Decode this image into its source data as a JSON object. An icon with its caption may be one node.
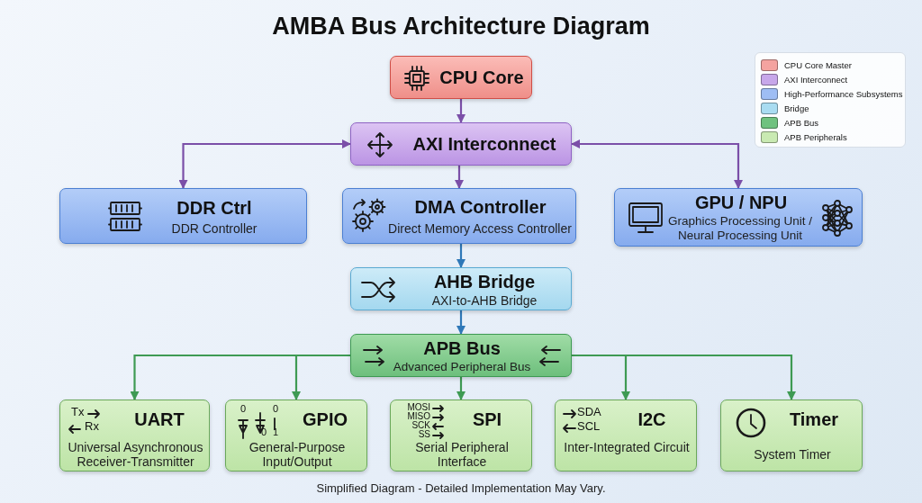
{
  "diagram": {
    "title": "AMBA Bus Architecture Diagram",
    "caption": "Simplified Diagram - Detailed Implementation May Vary.",
    "nodes": [
      {
        "text": [
          "CPU Core"
        ]
      },
      {
        "text": [
          "AXI Interconnect"
        ]
      },
      {
        "text": [
          "DDR Ctrl",
          "DDR Controller"
        ]
      },
      {
        "text": [
          "DMA Controller",
          "Direct Memory Access Controller"
        ]
      },
      {
        "text": [
          "GPU / NPU",
          "Graphics Processing Unit / Neural Processing Unit"
        ]
      },
      {
        "text": [
          "AHB Bridge",
          "AXI-to-AHB Bridge"
        ]
      },
      {
        "text": [
          "APB Bus",
          "Advanced Peripheral Bus"
        ]
      },
      {
        "text": [
          "Tx",
          "Rx",
          "UART",
          "Universal Asynchronous Receiver-Transmitter"
        ]
      },
      {
        "text": [
          "0",
          "0",
          "0",
          "1",
          "GPIO",
          "General-Purpose Input/Output"
        ]
      },
      {
        "text": [
          "MOSI",
          "MISO",
          "SCK",
          "SS",
          "SPI",
          "Serial Peripheral Interface"
        ]
      },
      {
        "text": [
          "SDA",
          "SCL",
          "I2C",
          "Inter-Integrated Circuit"
        ]
      },
      {
        "text": [
          "Timer",
          "System Timer"
        ]
      }
    ],
    "edges": [
      {
        "from": 0,
        "to": 1,
        "arrow": "to",
        "color": "#7b4fa8"
      },
      {
        "from": 1,
        "to": 2,
        "arrow": "both",
        "color": "#7b4fa8"
      },
      {
        "from": 1,
        "to": 3,
        "arrow": "to",
        "color": "#7b4fa8"
      },
      {
        "from": 1,
        "to": 4,
        "arrow": "both",
        "color": "#7b4fa8"
      },
      {
        "from": 3,
        "to": 5,
        "arrow": "to",
        "color": "#2f78b8"
      },
      {
        "from": 5,
        "to": 6,
        "arrow": "to",
        "color": "#2f78b8"
      },
      {
        "from": 6,
        "to": 7,
        "arrow": "to"
      },
      {
        "from": 6,
        "to": 8,
        "arrow": "to"
      },
      {
        "from": 6,
        "to": 9,
        "arrow": "to"
      },
      {
        "from": 6,
        "to": 10,
        "arrow": "to"
      },
      {
        "from": 6,
        "to": 11,
        "arrow": "to"
      }
    ],
    "legend": [
      {
        "text": "CPU Core Master",
        "color": "#f4a3a0"
      },
      {
        "text": "AXI Interconnect",
        "color": "#c7a7ea"
      },
      {
        "text": "High-Performance Subsystems",
        "color": "#9ebdf4"
      },
      {
        "text": "Bridge",
        "color": "#a9dcf1"
      },
      {
        "text": "APB Bus",
        "color": "#6fc27f"
      },
      {
        "text": "APB Peripherals",
        "color": "#c9eab2"
      }
    ]
  }
}
